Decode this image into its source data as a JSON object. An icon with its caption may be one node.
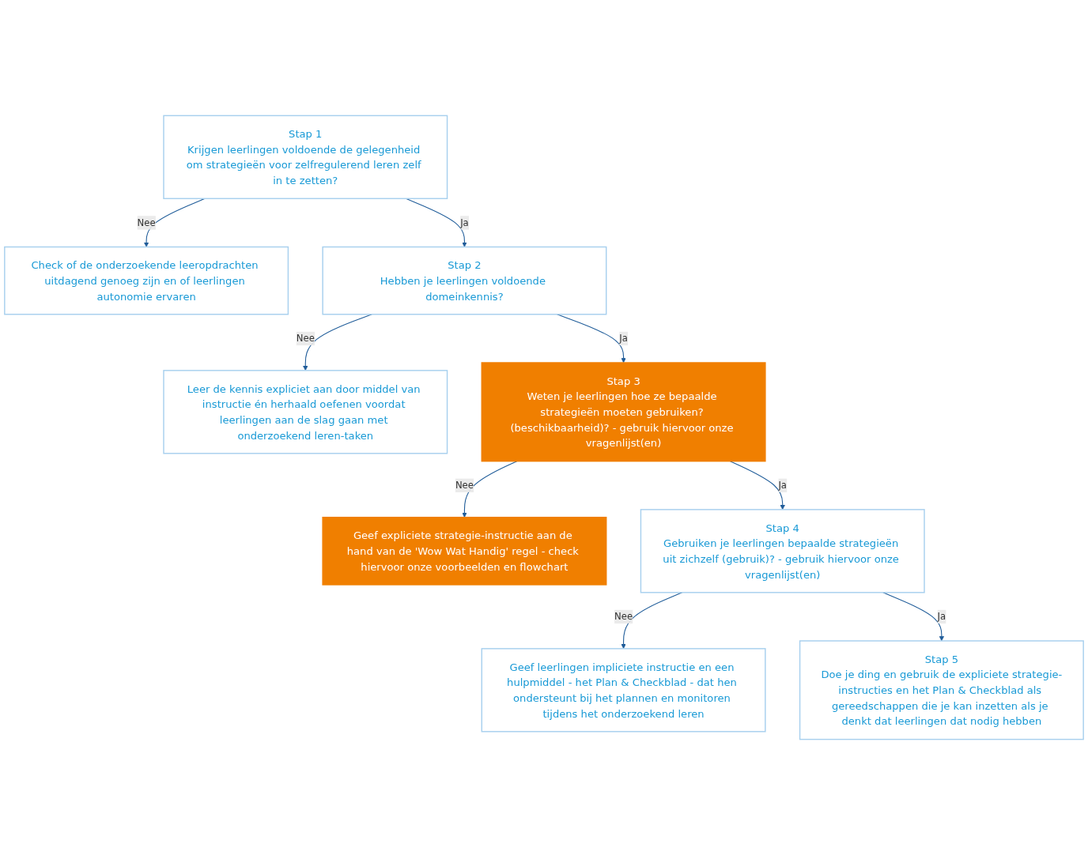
{
  "diagram": {
    "nodes": [
      {
        "text": [
          "Stap 1",
          "Krijgen leerlingen voldoende de gelegenheid om strategieën voor zelfregulerend leren zelf in te zetten?"
        ]
      },
      {
        "text": [
          "Check of de onderzoekende leeropdrachten uitdagend genoeg zijn en of leerlingen autonomie ervaren"
        ]
      },
      {
        "text": [
          "Stap 2",
          "Hebben je leerlingen voldoende domeinkennis?"
        ]
      },
      {
        "text": [
          "Leer de kennis expliciet aan door middel van instructie én herhaald oefenen voordat leerlingen aan de slag gaan met onderzoekend leren-taken"
        ]
      },
      {
        "text": [
          "Stap 3",
          "Weten je leerlingen hoe ze bepaalde strategieën moeten gebruiken? (beschikbaarheid)? - gebruik hiervoor onze vragenlijst(en)"
        ]
      },
      {
        "text": [
          "Geef expliciete strategie-instructie aan de hand van de 'Wow Wat Handig' regel - check hiervoor onze voorbeelden en flowchart"
        ]
      },
      {
        "text": [
          "Stap 4",
          "Gebruiken je leerlingen bepaalde strategieën uit zichzelf (gebruik)? - gebruik hiervoor onze vragenlijst(en)"
        ]
      },
      {
        "text": [
          "Geef leerlingen impliciete instructie en een hulpmiddel - het Plan & Checkblad - dat hen ondersteunt bij het plannen en monitoren tijdens het onderzoekend leren"
        ]
      },
      {
        "text": [
          "Stap 5",
          "Doe je ding en gebruik de expliciete strategie-instructies en het Plan & Checkblad als gereedschappen die je kan inzetten als je denkt dat leerlingen dat nodig hebben"
        ]
      }
    ],
    "edges": [
      {
        "from": 0,
        "to": 1,
        "arrow": "to",
        "label": "Nee"
      },
      {
        "from": 0,
        "to": 2,
        "arrow": "to",
        "label": "Ja"
      },
      {
        "from": 2,
        "to": 3,
        "arrow": "to",
        "label": "Nee"
      },
      {
        "from": 2,
        "to": 4,
        "arrow": "to",
        "label": "Ja"
      },
      {
        "from": 4,
        "to": 5,
        "arrow": "to",
        "label": "Nee"
      },
      {
        "from": 4,
        "to": 6,
        "arrow": "to",
        "label": "Ja"
      },
      {
        "from": 6,
        "to": 7,
        "arrow": "to",
        "label": "Nee"
      },
      {
        "from": 6,
        "to": 8,
        "arrow": "to",
        "label": "Ja"
      }
    ]
  }
}
